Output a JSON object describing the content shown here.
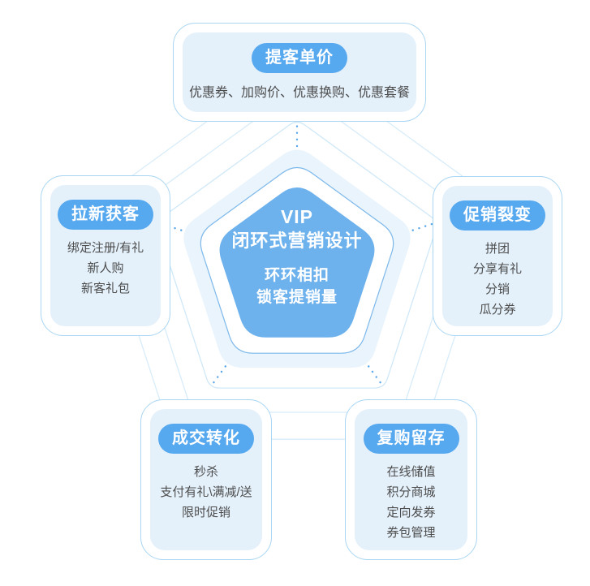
{
  "center": {
    "line1": "VIP",
    "line2": "闭环式营销设计",
    "line3": "环环相扣",
    "line4": "锁客提销量"
  },
  "cards": {
    "top": {
      "title": "提客单价",
      "items": [
        "优惠券、加购价、优惠换购、优惠套餐"
      ]
    },
    "left": {
      "title": "拉新获客",
      "items": [
        "绑定注册/有礼",
        "新人购",
        "新客礼包"
      ]
    },
    "right": {
      "title": "促销裂变",
      "items": [
        "拼团",
        "分享有礼",
        "分销",
        "瓜分券"
      ]
    },
    "bottomLeft": {
      "title": "成交转化",
      "items": [
        "秒杀",
        "支付有礼\\满减/送",
        "限时促销"
      ]
    },
    "bottomRight": {
      "title": "复购留存",
      "items": [
        "在线储值",
        "积分商城",
        "定向发券",
        "券包管理"
      ]
    }
  },
  "colors": {
    "accent": "#56a8ef",
    "pentagon_fill": "#6db1ed",
    "pentagon_outline": "#7db8ea",
    "halo": "#e9f4fc",
    "card_panel": "#e4f1fb",
    "card_border": "#a9d6f3",
    "web_ring": "#d7ecfa",
    "dotted_connector": "#58a7e9",
    "body_text": "#4d4d4d"
  }
}
